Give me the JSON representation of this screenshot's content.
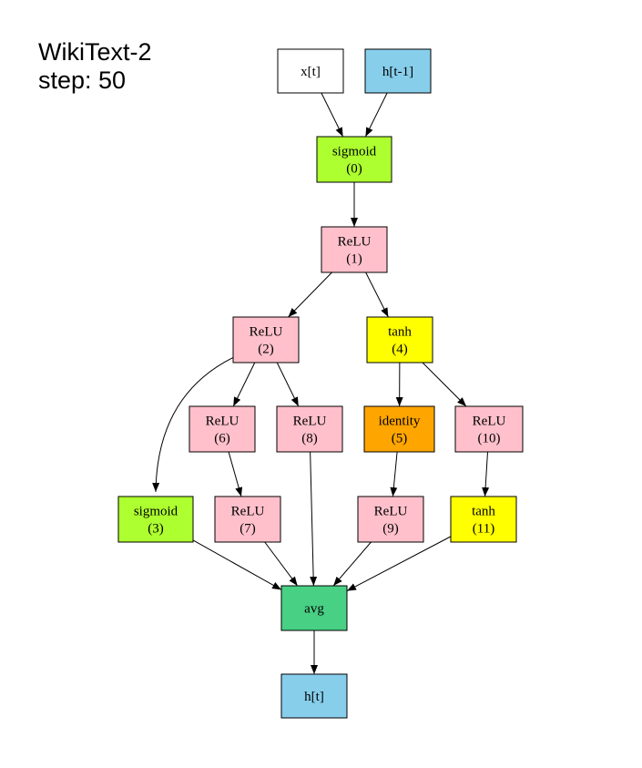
{
  "title": {
    "dataset": "WikiText-2",
    "step": "step: 50"
  },
  "colors": {
    "input": "#ffffff",
    "hidden": "#87ceeb",
    "sigmoid": "#adff2f",
    "relu": "#ffc0cb",
    "tanh": "#ffff00",
    "identity": "#ffa500",
    "avg": "#48d084"
  },
  "nodes": [
    {
      "id": "x_t",
      "lines": [
        "x[t]"
      ],
      "color": "#ffffff"
    },
    {
      "id": "h_prev",
      "lines": [
        "h[t-1]"
      ],
      "color": "#87ceeb"
    },
    {
      "id": "n0",
      "lines": [
        "sigmoid",
        "(0)"
      ],
      "color": "#adff2f"
    },
    {
      "id": "n1",
      "lines": [
        "ReLU",
        "(1)"
      ],
      "color": "#ffc0cb"
    },
    {
      "id": "n2",
      "lines": [
        "ReLU",
        "(2)"
      ],
      "color": "#ffc0cb"
    },
    {
      "id": "n4",
      "lines": [
        "tanh",
        "(4)"
      ],
      "color": "#ffff00"
    },
    {
      "id": "n6",
      "lines": [
        "ReLU",
        "(6)"
      ],
      "color": "#ffc0cb"
    },
    {
      "id": "n8",
      "lines": [
        "ReLU",
        "(8)"
      ],
      "color": "#ffc0cb"
    },
    {
      "id": "n5",
      "lines": [
        "identity",
        "(5)"
      ],
      "color": "#ffa500"
    },
    {
      "id": "n10",
      "lines": [
        "ReLU",
        "(10)"
      ],
      "color": "#ffc0cb"
    },
    {
      "id": "n3",
      "lines": [
        "sigmoid",
        "(3)"
      ],
      "color": "#adff2f"
    },
    {
      "id": "n7",
      "lines": [
        "ReLU",
        "(7)"
      ],
      "color": "#ffc0cb"
    },
    {
      "id": "n9",
      "lines": [
        "ReLU",
        "(9)"
      ],
      "color": "#ffc0cb"
    },
    {
      "id": "n11",
      "lines": [
        "tanh",
        "(11)"
      ],
      "color": "#ffff00"
    },
    {
      "id": "avg",
      "lines": [
        "avg"
      ],
      "color": "#48d084"
    },
    {
      "id": "h_t",
      "lines": [
        "h[t]"
      ],
      "color": "#87ceeb"
    }
  ],
  "edges": [
    [
      "x_t",
      "n0"
    ],
    [
      "h_prev",
      "n0"
    ],
    [
      "n0",
      "n1"
    ],
    [
      "n1",
      "n2"
    ],
    [
      "n1",
      "n4"
    ],
    [
      "n2",
      "n3"
    ],
    [
      "n2",
      "n6"
    ],
    [
      "n2",
      "n8"
    ],
    [
      "n4",
      "n5"
    ],
    [
      "n4",
      "n10"
    ],
    [
      "n6",
      "n7"
    ],
    [
      "n5",
      "n9"
    ],
    [
      "n10",
      "n11"
    ],
    [
      "n3",
      "avg"
    ],
    [
      "n7",
      "avg"
    ],
    [
      "n8",
      "avg"
    ],
    [
      "n9",
      "avg"
    ],
    [
      "n11",
      "avg"
    ],
    [
      "avg",
      "h_t"
    ]
  ]
}
